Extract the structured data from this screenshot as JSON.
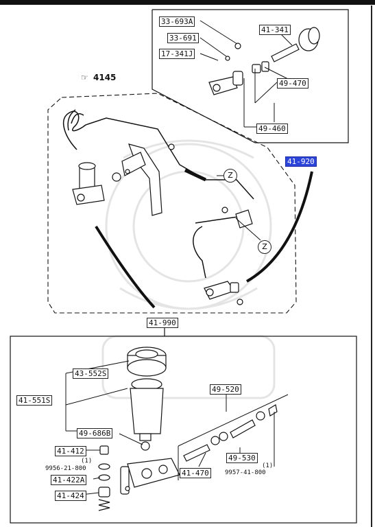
{
  "diagram": {
    "reference_label": "4145",
    "z_marker": "Z",
    "labels": {
      "p33_693A": "33-693A",
      "p33_691": "33-691",
      "p17_341J": "17-341J",
      "p41_341": "41-341",
      "p49_470": "49-470",
      "p49_460": "49-460",
      "p41_920": "41-920",
      "p41_990": "41-990",
      "p43_552S": "43-552S",
      "p41_551S": "41-551S",
      "p49_686B": "49-686B",
      "p41_412": "41-412",
      "p1a": "(1)",
      "p9956": "9956-21-800",
      "p41_422A": "41-422A",
      "p41_424": "41-424",
      "p49_520": "49-520",
      "p49_530": "49-530",
      "p41_470": "41-470",
      "p1b": "(1)",
      "p9957": "9957-41-800"
    },
    "colors": {
      "line": "#111111",
      "highlight": "#2d44d8",
      "watermark": "#e6e6e6"
    }
  }
}
